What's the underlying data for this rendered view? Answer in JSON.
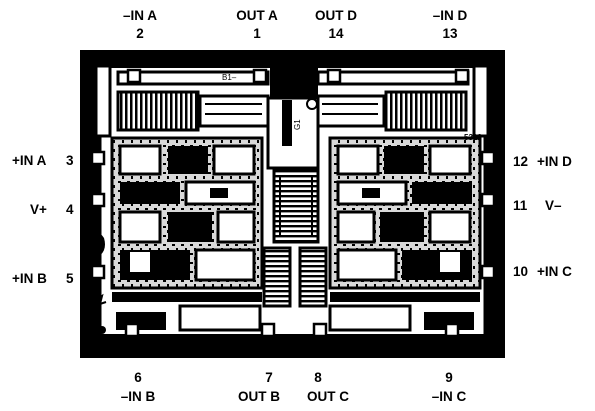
{
  "colors": {
    "ink": "#000000",
    "paper": "#ffffff",
    "metal": "#e8e8e8"
  },
  "die_marks": [
    "B1–",
    "G1",
    "5312"
  ],
  "pins": {
    "p1": {
      "number": "1",
      "name": "OUT A"
    },
    "p2": {
      "number": "2",
      "name": "–IN A"
    },
    "p3": {
      "number": "3",
      "name": "+IN A"
    },
    "p4": {
      "number": "4",
      "name": "V+"
    },
    "p5": {
      "number": "5",
      "name": "+IN B"
    },
    "p6": {
      "number": "6",
      "name": "–IN B"
    },
    "p7": {
      "number": "7",
      "name": "OUT B"
    },
    "p8": {
      "number": "8",
      "name": "OUT C"
    },
    "p9": {
      "number": "9",
      "name": "–IN C"
    },
    "p10": {
      "number": "10",
      "name": "+IN C"
    },
    "p11": {
      "number": "11",
      "name": "V–"
    },
    "p12": {
      "number": "12",
      "name": "+IN D"
    },
    "p13": {
      "number": "13",
      "name": "–IN D"
    },
    "p14": {
      "number": "14",
      "name": "OUT D"
    }
  }
}
